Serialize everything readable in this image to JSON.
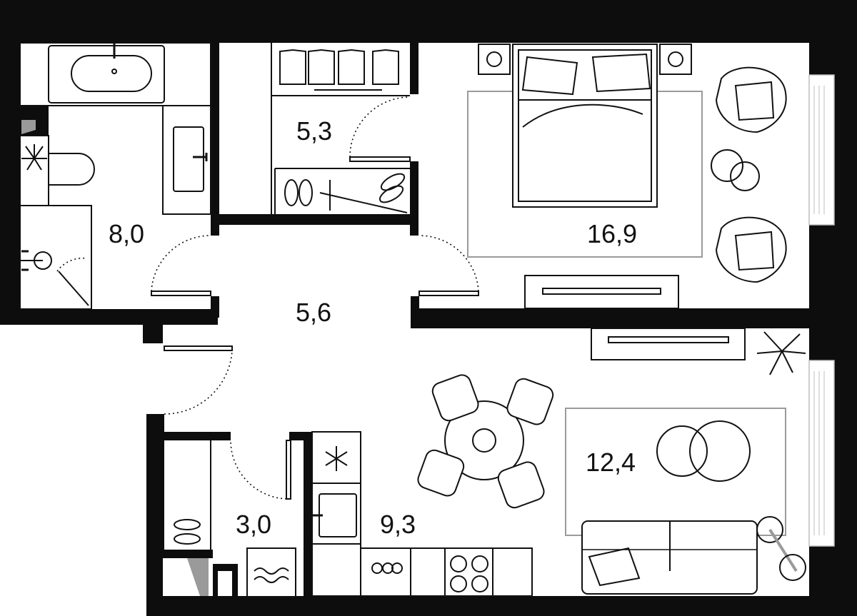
{
  "rooms": {
    "bathroom": {
      "area": "8,0"
    },
    "wardrobe": {
      "area": "5,3"
    },
    "bedroom": {
      "area": "16,9"
    },
    "hallway": {
      "area": "5,6"
    },
    "storage": {
      "area": "3,0"
    },
    "kitchen": {
      "area": "9,3"
    },
    "living": {
      "area": "12,4"
    }
  },
  "colors": {
    "wall": "#0d0d0d",
    "line": "#111111",
    "rug": "#9a9a9a",
    "background": "#ffffff"
  }
}
